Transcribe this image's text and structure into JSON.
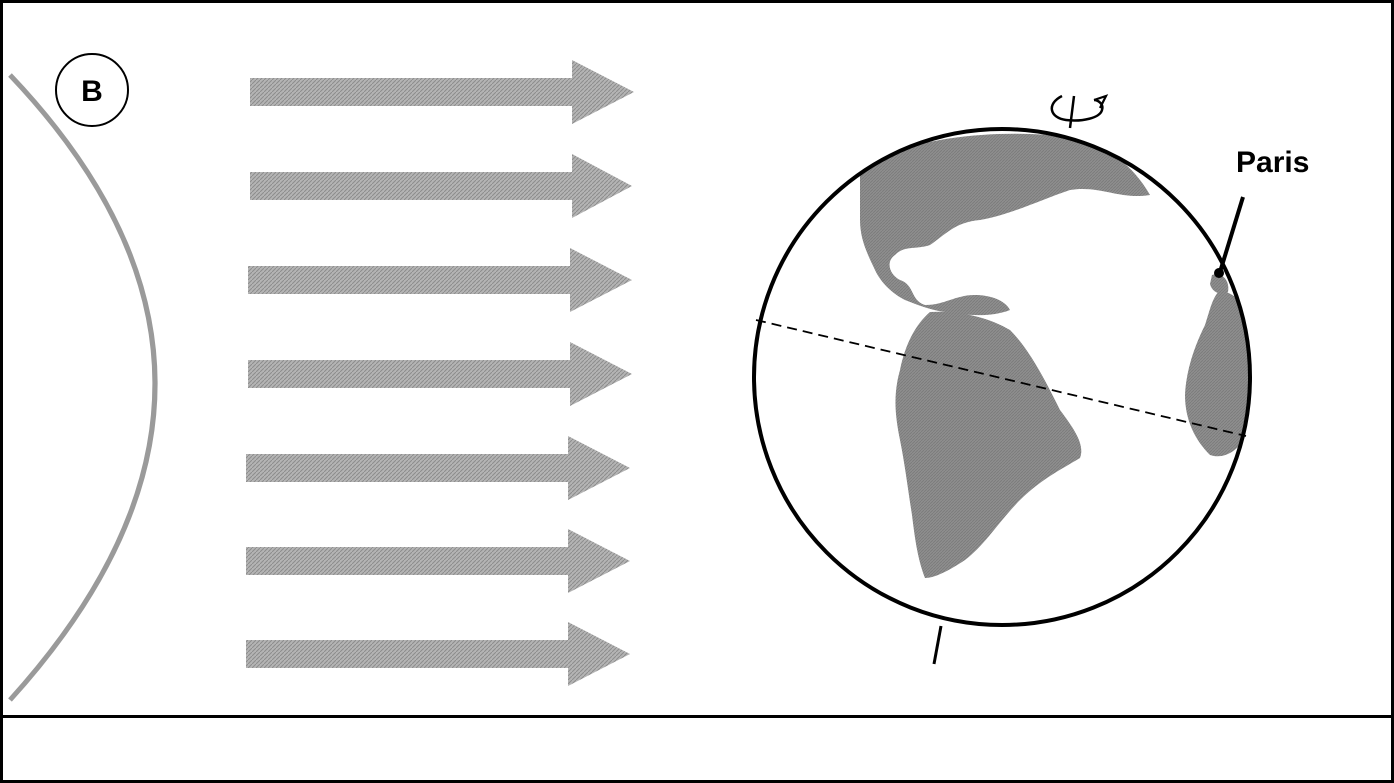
{
  "diagram": {
    "sun_label": "B",
    "city_label": "Paris",
    "sunray_count": 7,
    "colors": {
      "frame": "#000000",
      "sun_edge": "#9a9a9a",
      "ray_fill": "#a8a8a8",
      "land_fill": "#8e8e8e",
      "globe_outline": "#000000",
      "equator": "#000000"
    },
    "icons": [
      "rotation-arrow-icon"
    ]
  }
}
